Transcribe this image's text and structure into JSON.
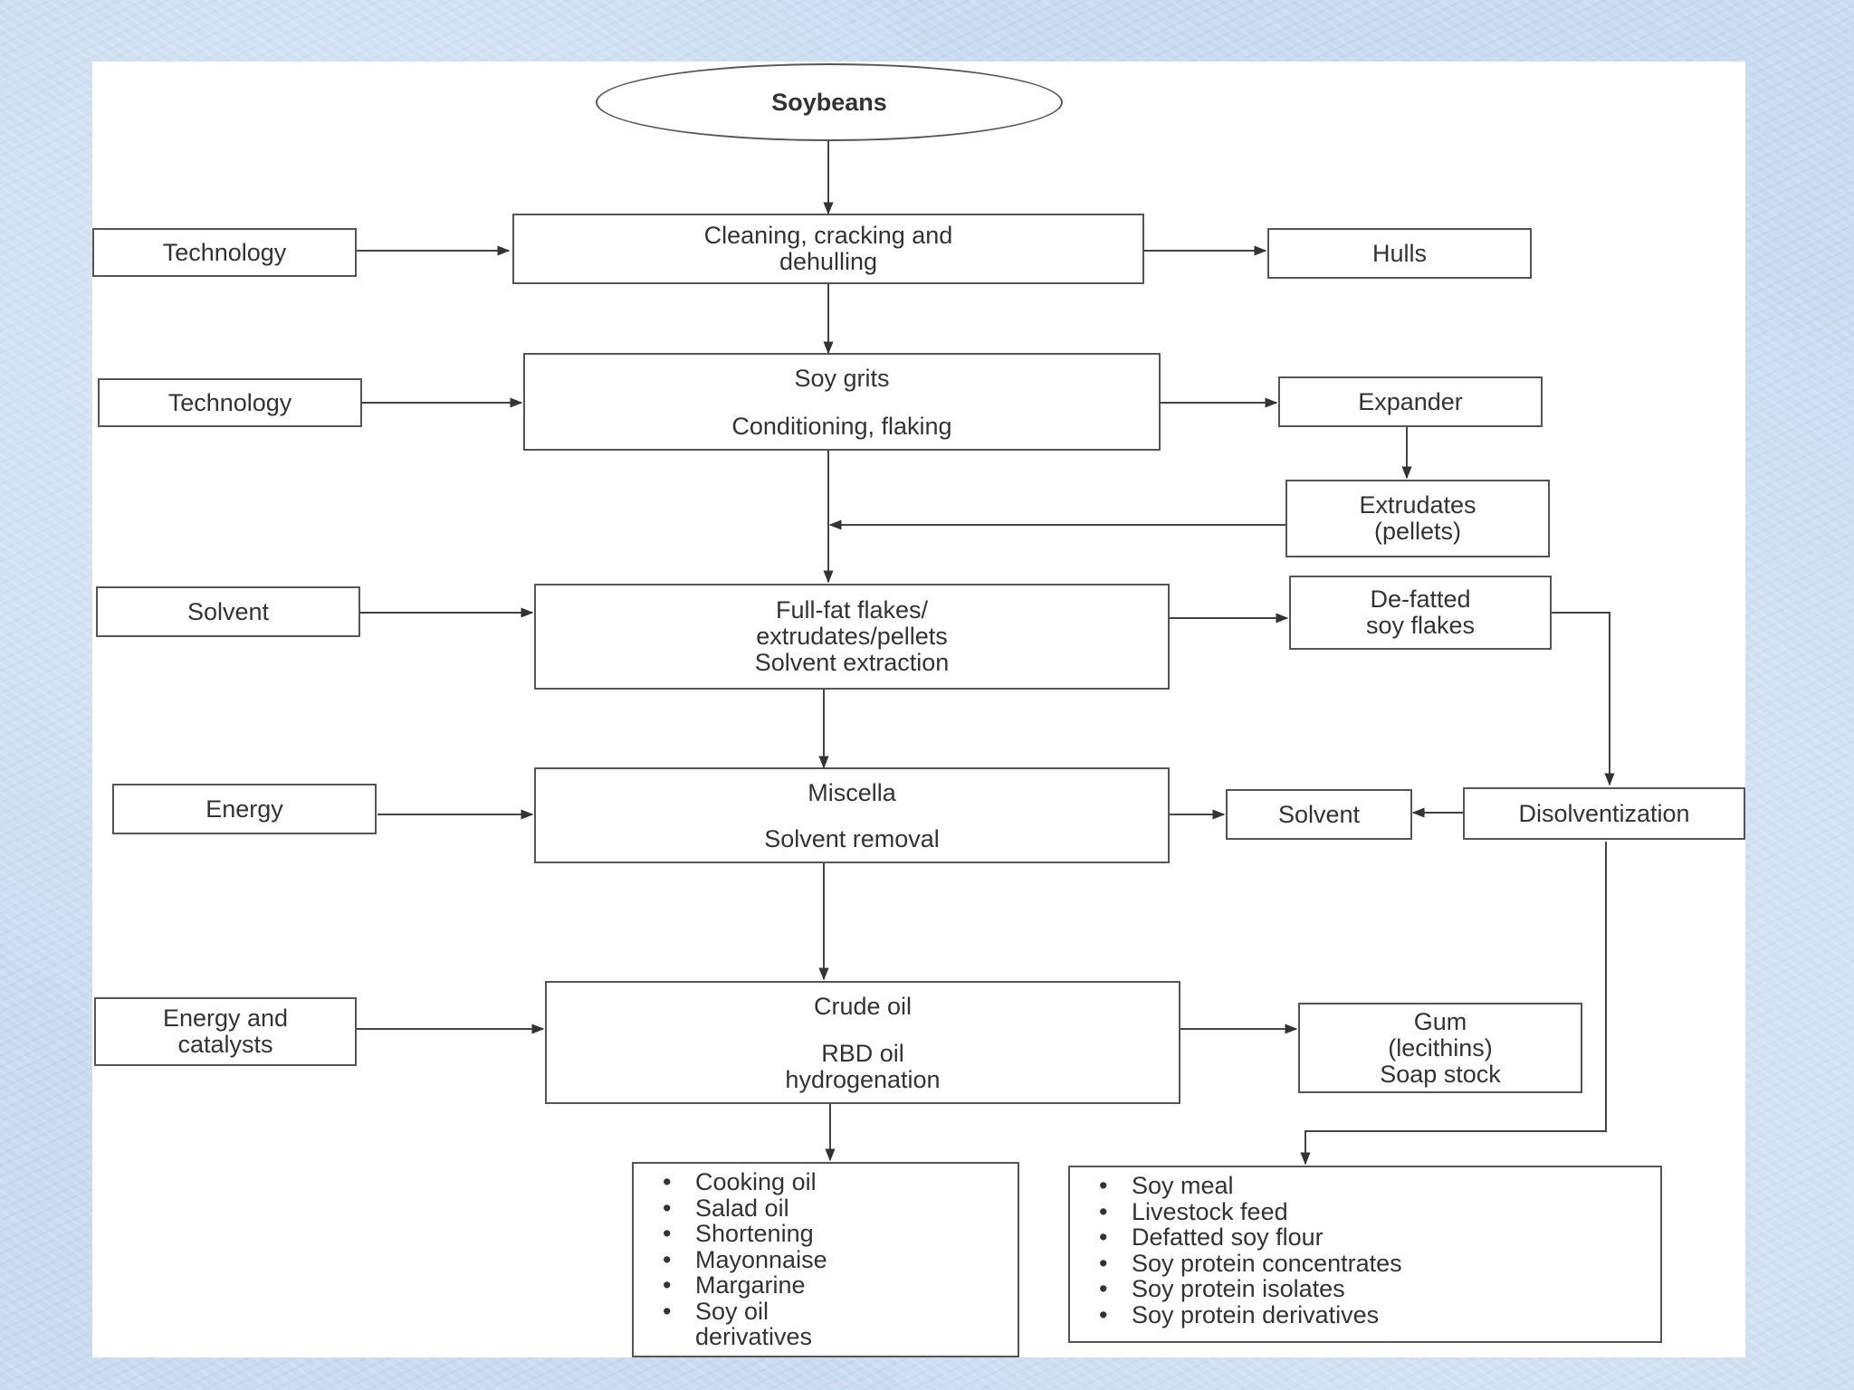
{
  "nodes": {
    "soybeans": "Soybeans",
    "technology_1": "Technology",
    "cleaning": [
      "Cleaning, cracking and",
      "dehulling"
    ],
    "hulls": "Hulls",
    "technology_2": "Technology",
    "soy_grits": {
      "top": "Soy grits",
      "bottom": "Conditioning, flaking"
    },
    "expander": "Expander",
    "extrudates": [
      "Extrudates",
      "(pellets)"
    ],
    "solvent_input": "Solvent",
    "full_fat": [
      "Full-fat flakes/",
      "extrudates/pellets",
      "Solvent extraction"
    ],
    "defatted": [
      "De-fatted",
      "soy flakes"
    ],
    "energy": "Energy",
    "miscella": {
      "top": "Miscella",
      "bottom": "Solvent removal"
    },
    "solvent_output": "Solvent",
    "disolventization": "Disolventization",
    "energy_catalysts": [
      "Energy and",
      "catalysts"
    ],
    "crude_oil": {
      "top": "Crude oil",
      "bottom": [
        "RBD oil",
        "hydrogenation"
      ]
    },
    "gum": [
      "Gum",
      "(lecithins)",
      "Soap stock"
    ]
  },
  "oil_products": [
    "Cooking oil",
    "Salad oil",
    "Shortening",
    "Mayonnaise",
    "Margarine",
    "Soy oil\nderivatives"
  ],
  "meal_products": [
    "Soy meal",
    "Livestock feed",
    "Defatted soy flour",
    "Soy protein concentrates",
    "Soy protein isolates",
    "Soy protein derivatives"
  ]
}
